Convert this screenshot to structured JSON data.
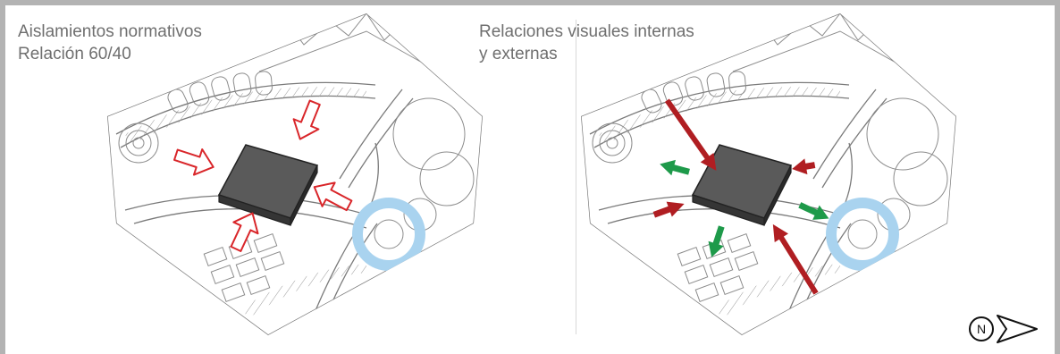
{
  "panels": {
    "left": {
      "title_line1": "Aislamientos normativos",
      "title_line2": "Relación 60/40"
    },
    "right": {
      "title_line1": "Relaciones visuales internas",
      "title_line2": "y externas"
    }
  },
  "north_arrow": {
    "letter": "N",
    "icon": "north-arrow-icon"
  },
  "colors": {
    "frame": "#b3b3b3",
    "title_text": "#6f6f6f",
    "building": "#4a4a4a",
    "outline_arrow": "#d9262a",
    "red_arrow": "#b01e22",
    "green_arrow": "#1e9a4a",
    "water": "#a9d3ef",
    "plan_lines": "#8c8c8c"
  }
}
